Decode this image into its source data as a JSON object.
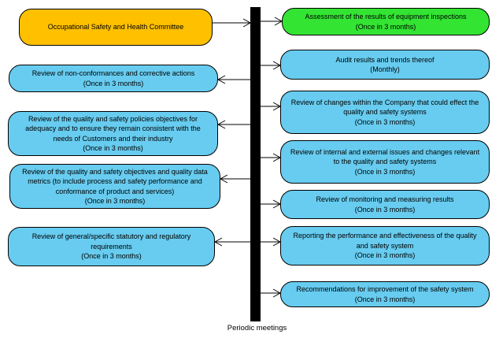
{
  "diagram": {
    "bar_label": "Periodic meetings",
    "colors": {
      "committee": "#FFC000",
      "highlight": "#33E433",
      "topic": "#67CCF0",
      "border": "#000000",
      "bar": "#000000"
    },
    "nodes": [
      {
        "id": "committee",
        "side": "left",
        "color": "committee",
        "label": "Occupational Safety and Health Committee",
        "frequency": ""
      },
      {
        "id": "nonconformances",
        "side": "left",
        "color": "topic",
        "label": "Review of non-conformances and corrective actions",
        "frequency": "(Once in 3 months)"
      },
      {
        "id": "policies-adequacy",
        "side": "left",
        "color": "topic",
        "label": "Review of the quality and safety policies objectives for adequacy and to ensure they remain consistent with the needs of Customers and their industry",
        "frequency": "(Once in 3 months)"
      },
      {
        "id": "objectives-metrics",
        "side": "left",
        "color": "topic",
        "label": "Review of the quality and safety objectives and quality data metrics (to include process and safety performance and conformance of product and services)",
        "frequency": "(Once in 3 months)"
      },
      {
        "id": "statutory-requirements",
        "side": "left",
        "color": "topic",
        "label": "Review of general/specific statutory and regulatory requirements",
        "frequency": "(Once in 3 months)"
      },
      {
        "id": "equipment-inspections",
        "side": "right",
        "color": "highlight",
        "label": "Assessment of the results of equipment inspections",
        "frequency": "(Once in 3 months)"
      },
      {
        "id": "audit-results",
        "side": "right",
        "color": "topic",
        "label": "Audit results and trends thereof",
        "frequency": "(Monthly)"
      },
      {
        "id": "company-changes",
        "side": "right",
        "color": "topic",
        "label": "Review of changes within the Company that could effect the quality and safety systems",
        "frequency": "(Once in 3 months)"
      },
      {
        "id": "internal-external-issues",
        "side": "right",
        "color": "topic",
        "label": "Review of internal and external issues and changes relevant to the quality and safety systems",
        "frequency": "(Once in 3 months)"
      },
      {
        "id": "monitoring-measuring",
        "side": "right",
        "color": "topic",
        "label": "Review of monitoring and measuring results",
        "frequency": "(Once in 3 months)"
      },
      {
        "id": "reporting-performance",
        "side": "right",
        "color": "topic",
        "label": "Reporting the performance and effectiveness of the quality and safety system",
        "frequency": "(Once in 3 months)"
      },
      {
        "id": "recommendations-improvement",
        "side": "right",
        "color": "topic",
        "label": "Recommendations for improvement of the safety system",
        "frequency": "(Once in 3 months)"
      }
    ]
  }
}
